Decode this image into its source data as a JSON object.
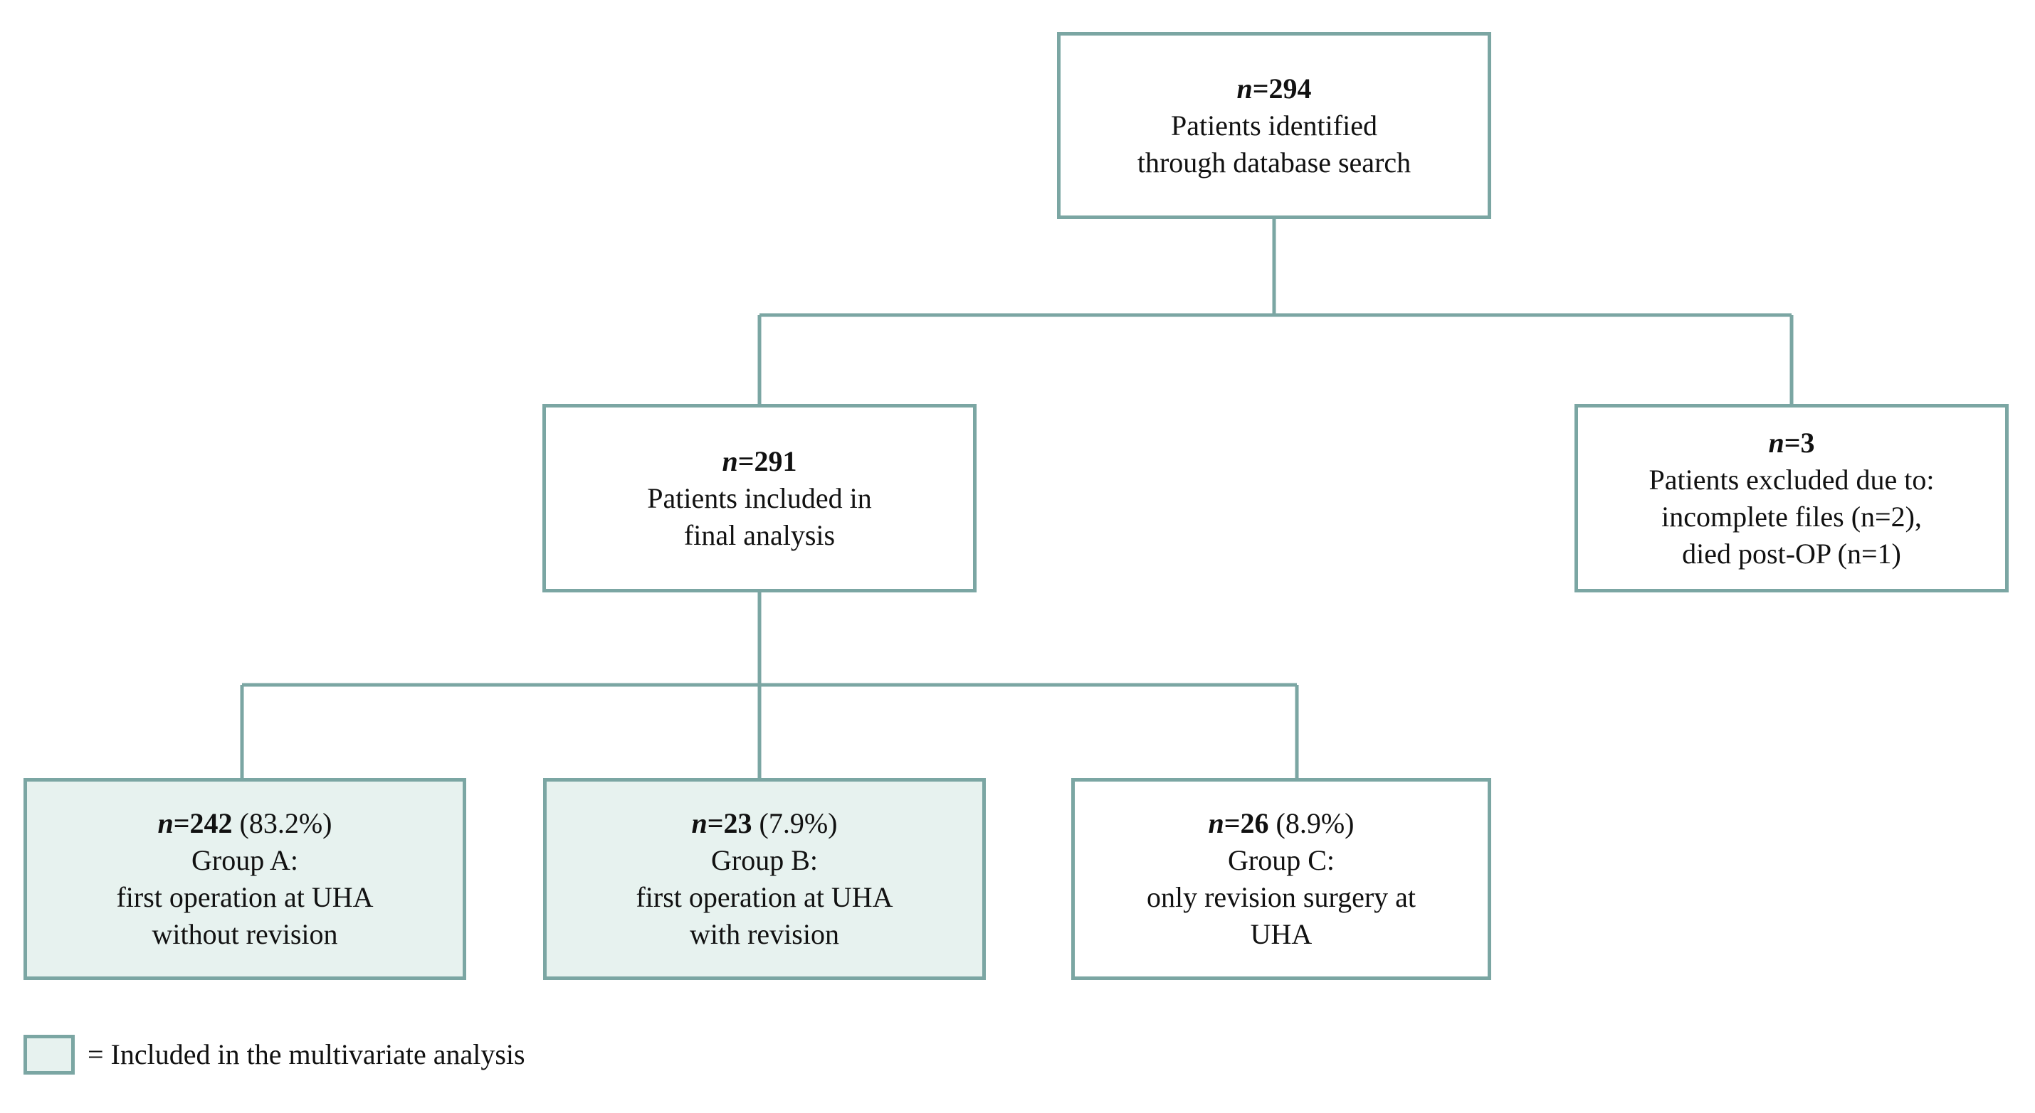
{
  "figure": {
    "type": "flowchart",
    "orientation": "top-down",
    "accent_border_color": "#7ba6a3",
    "highlight_fill_color": "#e7f2ef",
    "plain_fill_color": "#ffffff",
    "text_color": "#111111",
    "background_color": "#ffffff"
  },
  "nodes": {
    "identified": {
      "id": "identified",
      "n_prefix": "n",
      "n_equals": "=",
      "n_value": "294",
      "count_line": "n=294",
      "lines": [
        "Patients identified",
        "through database search"
      ],
      "fill": "white"
    },
    "included": {
      "id": "included",
      "n_prefix": "n",
      "n_equals": "=",
      "n_value": "291",
      "count_line": "n=291",
      "lines": [
        "Patients included in",
        "final analysis"
      ],
      "fill": "white"
    },
    "excluded": {
      "id": "excluded",
      "n_prefix": "n",
      "n_equals": "=",
      "n_value": "3",
      "count_line": "n=3",
      "lines": [
        "Patients excluded due to:",
        "incomplete files (n=2),",
        "died post-OP (n=1)"
      ],
      "fill": "white"
    },
    "group_a": {
      "id": "group-a",
      "n_prefix": "n",
      "n_equals": "=",
      "n_value": "242",
      "percent": "(83.2%)",
      "count_line": "n=242 (83.2%)",
      "lines": [
        "Group A:",
        "first operation at UHA",
        "without revision"
      ],
      "fill": "teal",
      "included_in_multivariate": true
    },
    "group_b": {
      "id": "group-b",
      "n_prefix": "n",
      "n_equals": "=",
      "n_value": "23",
      "percent": "(7.9%)",
      "count_line": "n=23 (7.9%)",
      "lines": [
        "Group B:",
        "first operation at UHA",
        "with revision"
      ],
      "fill": "teal",
      "included_in_multivariate": true
    },
    "group_c": {
      "id": "group-c",
      "n_prefix": "n",
      "n_equals": "=",
      "n_value": "26",
      "percent": "(8.9%)",
      "count_line": "n=26 (8.9%)",
      "lines": [
        "Group C:",
        "only revision surgery at",
        "UHA"
      ],
      "fill": "white",
      "included_in_multivariate": false
    }
  },
  "legend": {
    "swatch_name": "highlighted-box-swatch",
    "text": "= Included in the multivariate analysis"
  }
}
